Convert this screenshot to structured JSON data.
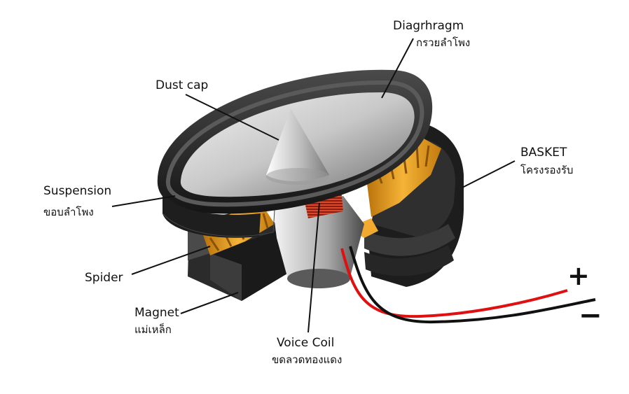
{
  "labels": {
    "diaphragm": {
      "en": "Diagrhragm",
      "th": "กรวยลำโพง"
    },
    "dust_cap": {
      "en": "Dust cap"
    },
    "basket": {
      "en": "BASKET",
      "th": "โครงรองรับ"
    },
    "suspension": {
      "en": "Suspension",
      "th": "ขอบลำโพง"
    },
    "spider": {
      "en": "Spider"
    },
    "magnet": {
      "en": "Magnet",
      "th": "แม่เหล็ก"
    },
    "voice_coil": {
      "en": "Voice Coil",
      "th": "ขดลวดทองแดง"
    }
  },
  "terminals": {
    "plus": "+",
    "minus": "−"
  },
  "colors": {
    "frame": "#2a2a2a",
    "cone": "#c9c9c9",
    "spider": "#e09a1a",
    "coil": "#b0261a",
    "wire_pos": "#e01010",
    "wire_neg": "#111111",
    "leader": "#111111"
  }
}
